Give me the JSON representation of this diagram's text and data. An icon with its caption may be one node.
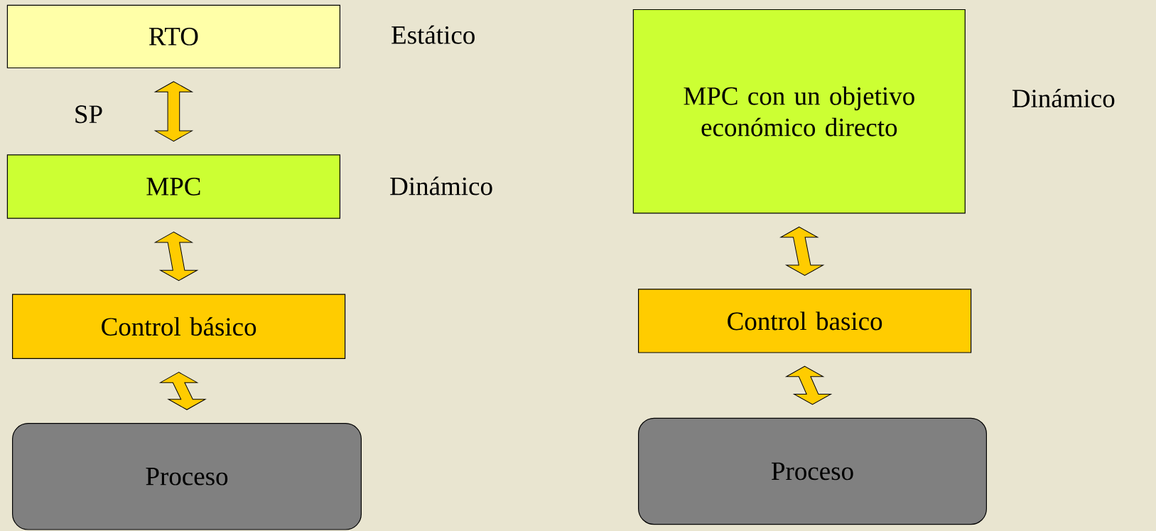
{
  "diagram": {
    "nodes": [
      {
        "text": [
          "RTO"
        ]
      },
      {
        "text": [
          "MPC"
        ]
      },
      {
        "text": [
          "Control básico"
        ]
      },
      {
        "text": [
          "Proceso"
        ]
      },
      {
        "text": [
          "MPC con un objetivo económico directo"
        ]
      },
      {
        "text": [
          "Control basico"
        ]
      },
      {
        "text": [
          "Proceso"
        ]
      }
    ],
    "edges": [
      {
        "from": 0,
        "to": 1,
        "arrow": "both"
      },
      {
        "from": 1,
        "to": 2,
        "arrow": "both"
      },
      {
        "from": 2,
        "to": 3,
        "arrow": "both"
      },
      {
        "from": 4,
        "to": 5,
        "arrow": "both"
      },
      {
        "from": 5,
        "to": 6,
        "arrow": "both"
      }
    ],
    "labels": [
      "Estático",
      "SP",
      "Dinámico",
      "Dinámico"
    ]
  }
}
